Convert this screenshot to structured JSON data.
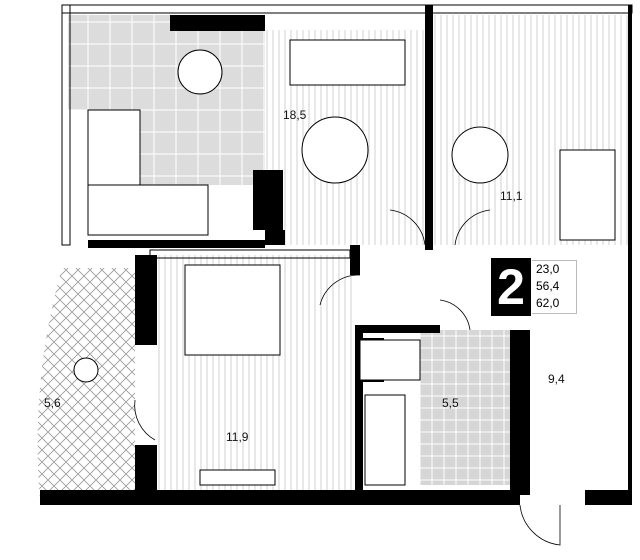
{
  "apartment": {
    "rooms_count": "2",
    "areas": [
      "23,0",
      "56,4",
      "62,0"
    ]
  },
  "rooms": {
    "living_kitchen": "18,5",
    "bedroom_right": "11,1",
    "bedroom_main": "11,9",
    "balcony": "5,6",
    "bathroom": "5,5",
    "hallway": "9,4"
  },
  "colors": {
    "wall": "#000000",
    "tile": "#d9d9d9",
    "floor_stripe": "#cfcfcf"
  }
}
